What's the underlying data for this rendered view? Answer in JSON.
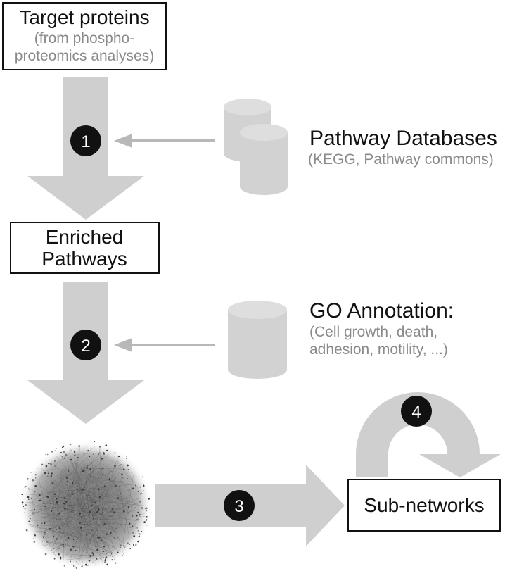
{
  "target_box": {
    "title": "Target proteins",
    "sub_line1": "(from phospho-",
    "sub_line2": "proteomics analyses)"
  },
  "pathway_db": {
    "title": "Pathway Databases",
    "sub": "(KEGG, Pathway commons)"
  },
  "enriched_box": {
    "line1": "Enriched",
    "line2": "Pathways"
  },
  "go_annotation": {
    "title": "GO Annotation:",
    "sub_line1": "(Cell growth, death,",
    "sub_line2": "adhesion, motility, ...)"
  },
  "subnetworks_box": {
    "label": "Sub-networks"
  },
  "steps": [
    "1",
    "2",
    "3",
    "4"
  ],
  "colors": {
    "arrow": "#cfcfcf",
    "cylinder": "#d2d2d2",
    "cylinder_top": "#dedede",
    "thin_arrow": "#b8b8b8",
    "badge": "#111111",
    "sub_text": "#8a8a8a"
  }
}
